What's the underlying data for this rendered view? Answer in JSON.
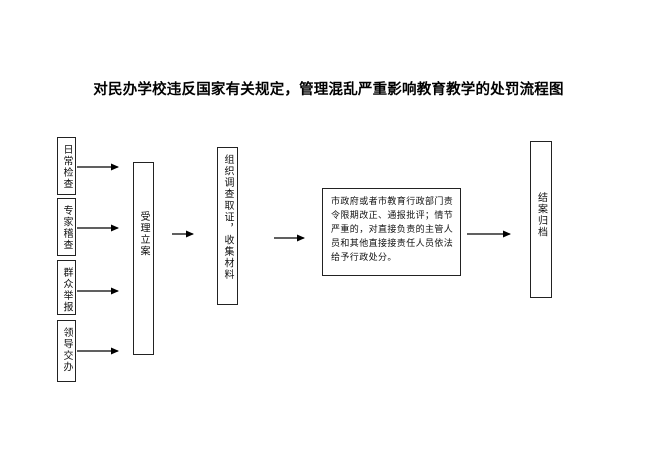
{
  "title": "对民办学校违反国家有关规定，管理混乱严重影响教育教学的处罚流程图",
  "sources": [
    {
      "label": "日常检查"
    },
    {
      "label": "专家稽查"
    },
    {
      "label": "群众举报"
    },
    {
      "label": "领导交办"
    }
  ],
  "steps": {
    "register": "受理立案",
    "investigate": "组织调查取证，收集材料",
    "decision": "市政府或者市教育行政部门责令限期改正、通报批评；情节严重的，对直接负责的主管人员和其他直接接责任人员依法给予行政处分。",
    "archive": "结案归档"
  }
}
